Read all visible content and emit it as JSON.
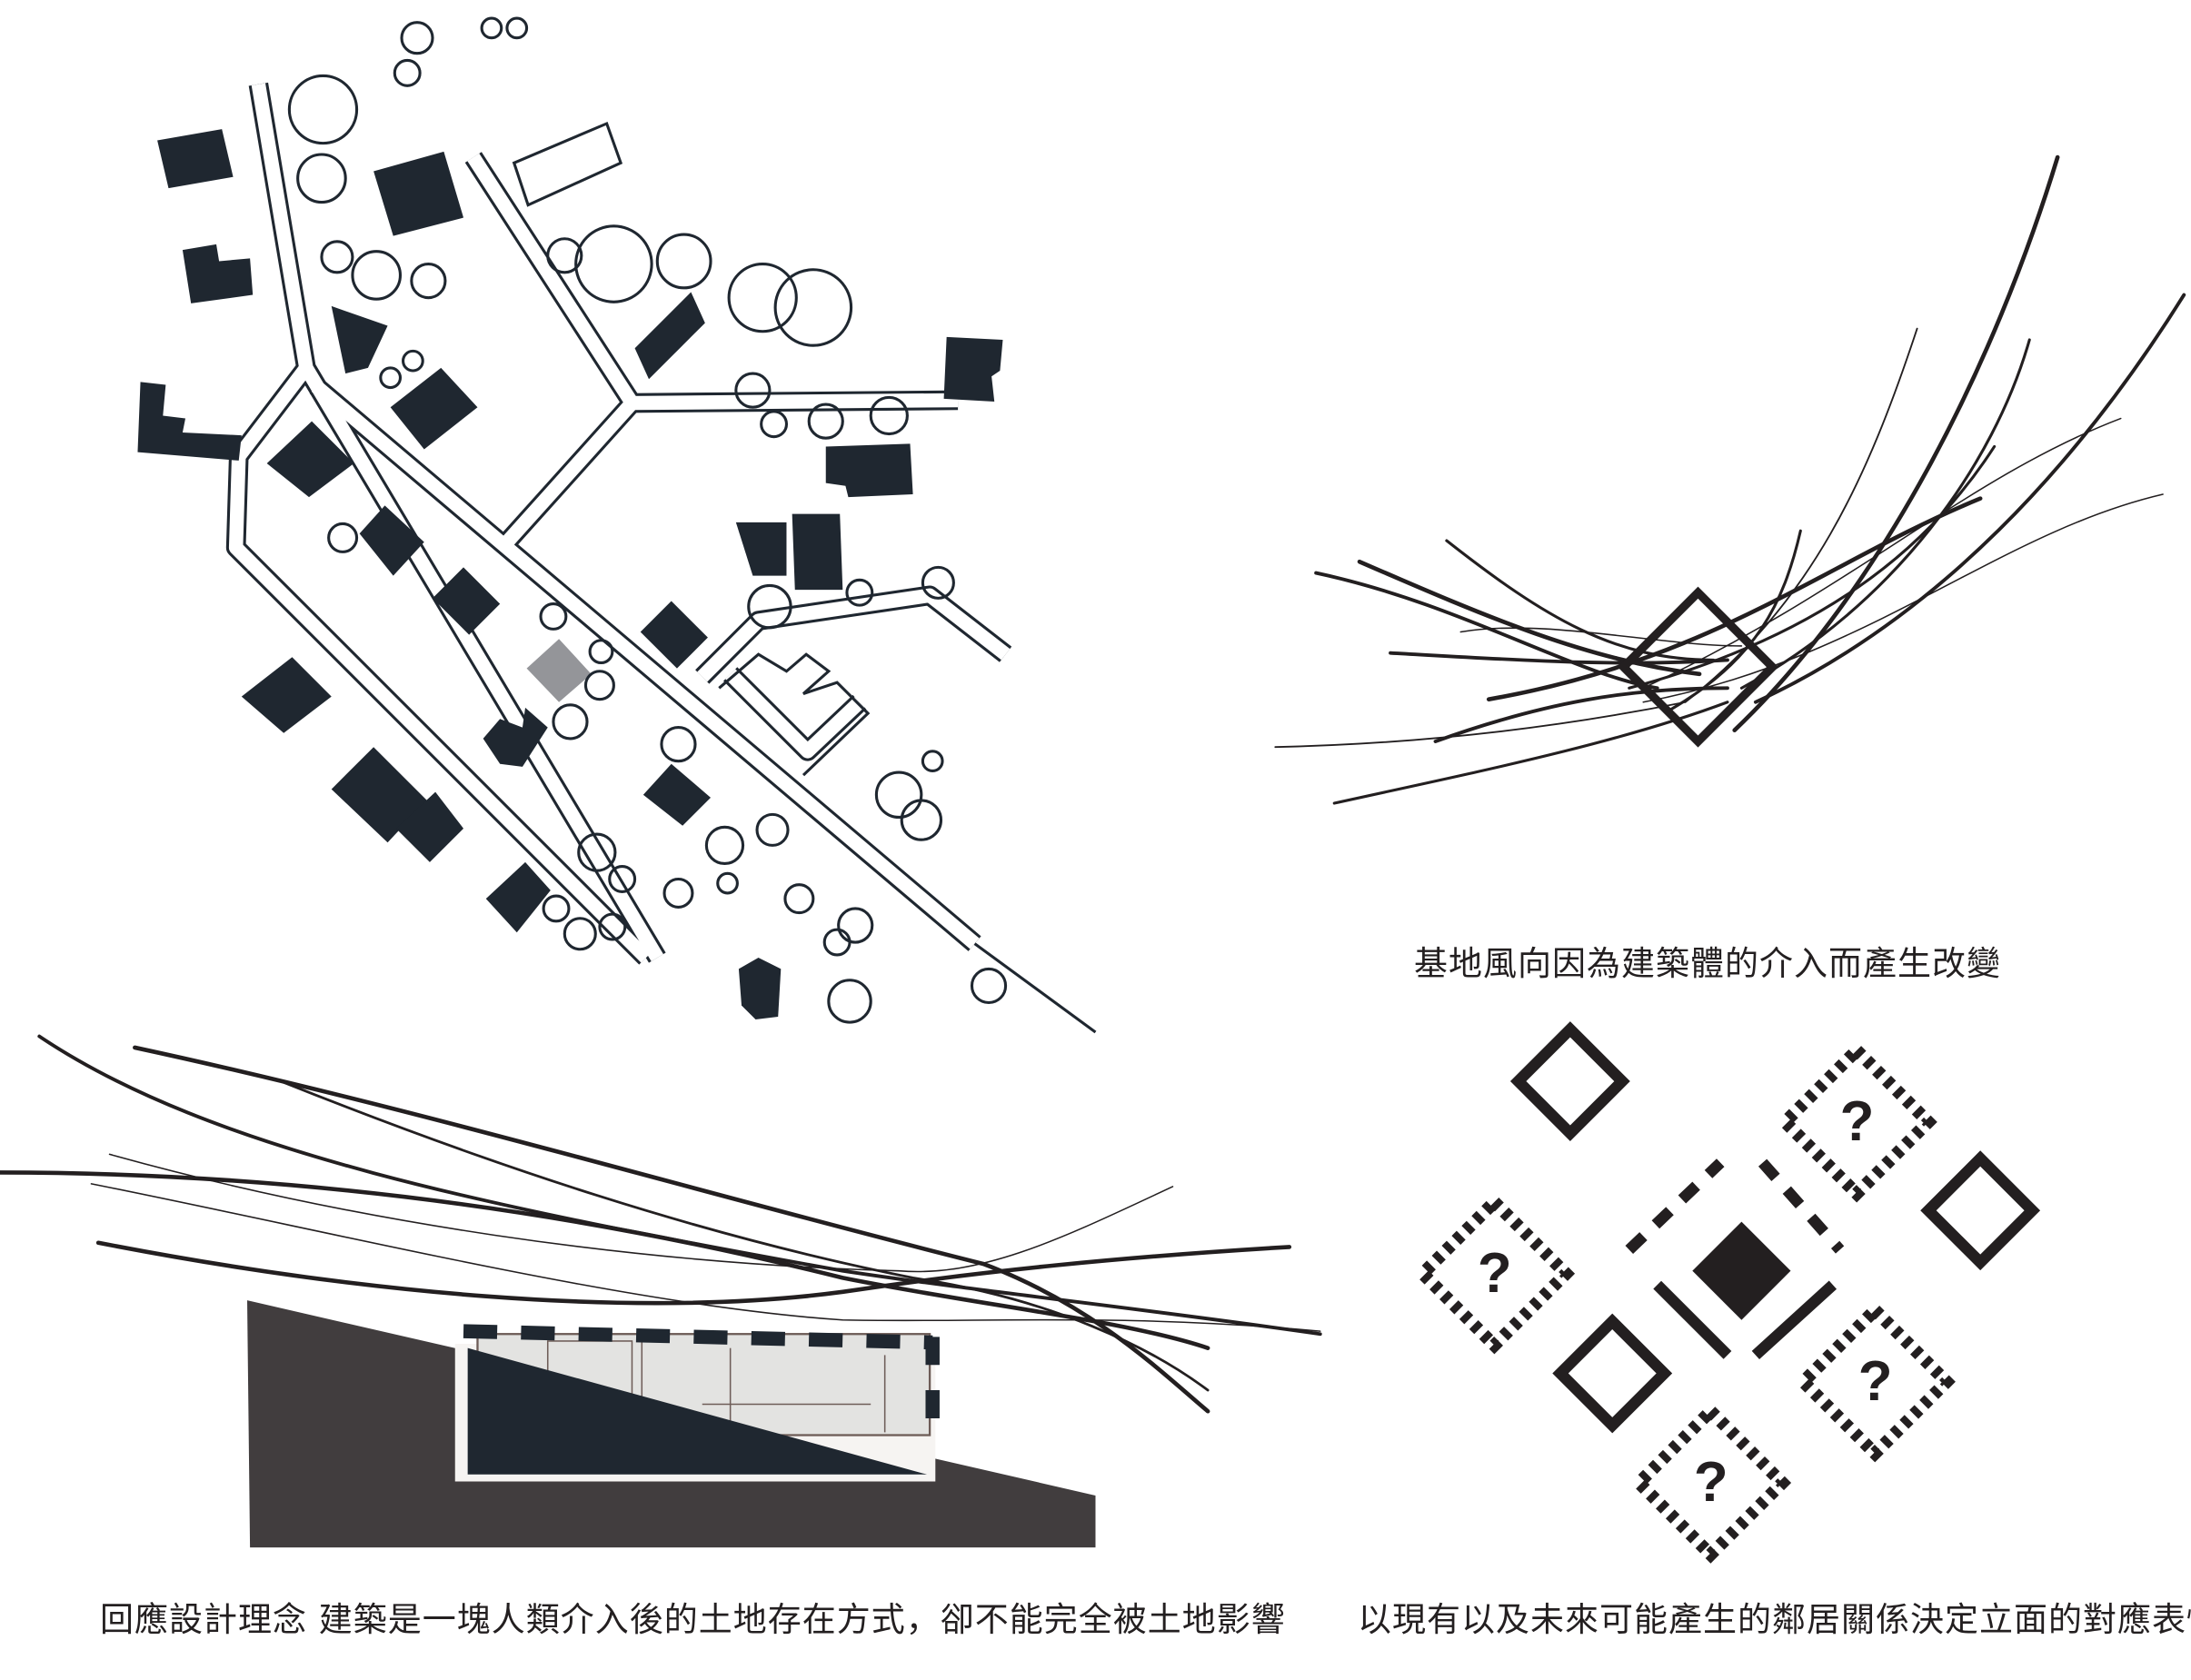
{
  "captions": {
    "wind": "基地風向因為建築體的介入而產生改變",
    "section": "回應設計理念 建築是一塊人類介入後的土地存在方式，卻不能完全被土地影響",
    "neighbors": "以現有以及未來可能產生的鄰居關係決定立面的對應表情"
  },
  "neighbor_diagram": {
    "unknown_mark": "?"
  },
  "colors": {
    "building": "#1f2730",
    "ground": "#413d3e",
    "site": "#949599",
    "ink": "#231f20"
  }
}
